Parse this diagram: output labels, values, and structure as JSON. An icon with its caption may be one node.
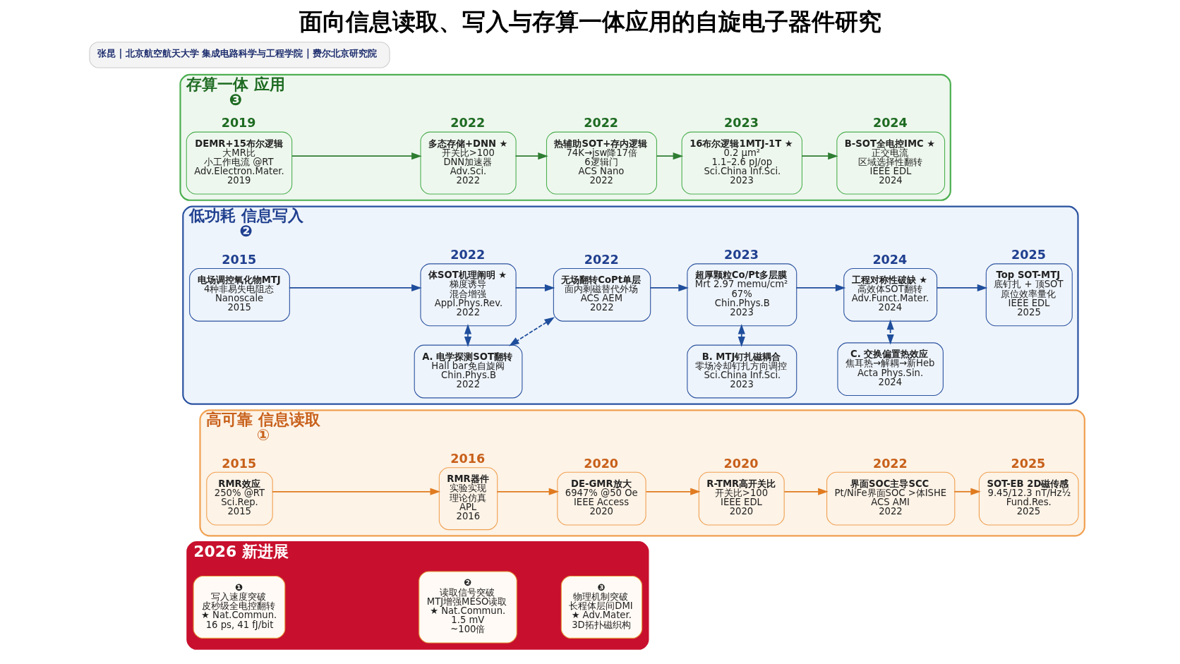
{
  "diagram": {
    "title": "面向信息读取、写入与存算一体应用的自旋电子器件研究",
    "nodes": [
      {
        "text": [
          "2026 新进展"
        ]
      },
      {
        "text": [
          "❶",
          "写入速度突破",
          "皮秒级全电控翻转",
          "★ Nat.Commun.",
          "16 ps, 41 fJ/bit"
        ],
        "in": 0
      },
      {
        "text": [
          "❷",
          "读取信号突破",
          "MTJ增强MESO读取",
          "★ Nat.Commun.",
          "1.5 mV",
          "~100倍"
        ],
        "in": 0
      },
      {
        "text": [
          "❸",
          "物理机制突破",
          "长程体层间DMI",
          "★ Adv.Mater.",
          "3D拓扑磁织构"
        ],
        "in": 0
      },
      {
        "text": [
          "高可靠 信息读取",
          "①"
        ]
      },
      {
        "text": [
          "RMR效应",
          "250% @RT",
          "Sci.Rep.",
          "2015"
        ],
        "beside": [
          "2015"
        ],
        "in": 4
      },
      {
        "text": [
          "RMR器件",
          "实验实现",
          "理论仿真",
          "APL",
          "2016"
        ],
        "beside": [
          "2016"
        ],
        "in": 4
      },
      {
        "text": [
          "DE-GMR放大",
          "6947% @50 Oe",
          "IEEE Access",
          "2020"
        ],
        "beside": [
          "2020"
        ],
        "in": 4
      },
      {
        "text": [
          "R-TMR高开关比",
          "开关比>100",
          "IEEE EDL",
          "2020"
        ],
        "beside": [
          "2020"
        ],
        "in": 4
      },
      {
        "text": [
          "界面SOC主导SCC",
          "Pt/NiFe界面SOC >体ISHE",
          "ACS AMI",
          "2022"
        ],
        "beside": [
          "2022"
        ],
        "in": 4
      },
      {
        "text": [
          "SOT-EB 2D磁传感",
          "9.45/12.3 nT/Hz½",
          "Fund.Res.",
          "2025"
        ],
        "beside": [
          "2025"
        ],
        "in": 4
      },
      {
        "text": [
          "低功耗 信息写入",
          "❷"
        ]
      },
      {
        "text": [
          "电场调控氧化物MTJ",
          "4种非易失电阻态",
          "Nanoscale",
          "2015"
        ],
        "beside": [
          "2015"
        ],
        "in": 11
      },
      {
        "text": [
          "体SOT机理阐明 ★",
          "梯度诱导",
          "混合增强",
          "Appl.Phys.Rev.",
          "2022"
        ],
        "beside": [
          "2022"
        ],
        "in": 11
      },
      {
        "text": [
          "无场翻转CoPt单层",
          "面内剩磁替代外场",
          "ACS AEM",
          "2022"
        ],
        "beside": [
          "2022"
        ],
        "in": 11
      },
      {
        "text": [
          "超厚颗粒Co/Pt多层膜",
          "Mrt 2.97 memu/cm²",
          "67%",
          "Chin.Phys.B",
          "2023"
        ],
        "beside": [
          "2023"
        ],
        "in": 11
      },
      {
        "text": [
          "工程对称性破缺 ★",
          "高效体SOT翻转",
          "Adv.Funct.Mater.",
          "2024"
        ],
        "beside": [
          "2024"
        ],
        "in": 11
      },
      {
        "text": [
          "Top SOT-MTJ",
          "底钉扎 + 顶SOT",
          "原位效率量化",
          "IEEE EDL",
          "2025"
        ],
        "beside": [
          "2025"
        ],
        "in": 11
      },
      {
        "text": [
          "A. 电学探测SOT翻转",
          "Hall bar免自旋阀",
          "Chin.Phys.B",
          "2022"
        ],
        "in": 11
      },
      {
        "text": [
          "B. MTJ钉扎磁耦合",
          "零场冷却钉扎方向调控",
          "Sci.China Inf.Sci.",
          "2023"
        ],
        "in": 11
      },
      {
        "text": [
          "C. 交换偏置热效应",
          "焦耳热→解耦→新Heb",
          "Acta Phys.Sin.",
          "2024"
        ],
        "in": 11
      },
      {
        "text": [
          "存算一体 应用",
          "❸"
        ]
      },
      {
        "text": [
          "DEMR+15布尔逻辑",
          "大MR比",
          "小工作电流 @RT",
          "Adv.Electron.Mater.",
          "2019"
        ],
        "beside": [
          "2019"
        ],
        "in": 21
      },
      {
        "text": [
          "多态存储+DNN ★",
          "开关比>100",
          "DNN加速器",
          "Adv.Sci.",
          "2022"
        ],
        "beside": [
          "2022"
        ],
        "in": 21
      },
      {
        "text": [
          "热辅助SOT+存内逻辑",
          "74K→jsw降17倍",
          "6逻辑门",
          "ACS Nano",
          "2022"
        ],
        "beside": [
          "2022"
        ],
        "in": 21
      },
      {
        "text": [
          "16布尔逻辑1MTJ-1T ★",
          "0.2 μm²",
          "1.1–2.6 pJ/op",
          "Sci.China Inf.Sci.",
          "2023"
        ],
        "beside": [
          "2023"
        ],
        "in": 21
      },
      {
        "text": [
          "B-SOT全电控IMC ★",
          "正交电流",
          "区域选择性翻转",
          "IEEE EDL",
          "2024"
        ],
        "beside": [
          "2024"
        ],
        "in": 21
      },
      {
        "text": [
          "张昆 | 北京航空航天大学 集成电路科学与工程学院 | 费尔北京研究院"
        ]
      }
    ],
    "edges": [
      {
        "from": 5,
        "to": 6,
        "arrow": "to",
        "color": "#e07b20"
      },
      {
        "from": 6,
        "to": 7,
        "arrow": "to",
        "color": "#e07b20"
      },
      {
        "from": 7,
        "to": 8,
        "arrow": "to",
        "color": "#e07b20"
      },
      {
        "from": 8,
        "to": 9,
        "arrow": "to",
        "color": "#e07b20"
      },
      {
        "from": 9,
        "to": 10,
        "arrow": "to",
        "color": "#e07b20"
      },
      {
        "from": 12,
        "to": 13,
        "arrow": "to",
        "color": "#1f4e9c"
      },
      {
        "from": 13,
        "to": 14,
        "arrow": "to",
        "color": "#1f4e9c"
      },
      {
        "from": 14,
        "to": 15,
        "arrow": "to",
        "color": "#1f4e9c"
      },
      {
        "from": 15,
        "to": 16,
        "arrow": "to",
        "color": "#1f4e9c"
      },
      {
        "from": 16,
        "to": 17,
        "arrow": "to",
        "color": "#1f4e9c"
      },
      {
        "from": 13,
        "to": 18,
        "arrow": "both",
        "style": "dashed",
        "color": "#1f4e9c"
      },
      {
        "from": 14,
        "to": 18,
        "arrow": "both",
        "style": "dashed",
        "color": "#1f4e9c"
      },
      {
        "from": 15,
        "to": 19,
        "arrow": "both",
        "style": "dashed",
        "color": "#1f4e9c"
      },
      {
        "from": 16,
        "to": 20,
        "arrow": "both",
        "style": "dashed",
        "color": "#1f4e9c"
      },
      {
        "from": 22,
        "to": 23,
        "arrow": "to",
        "color": "#2e7d32"
      },
      {
        "from": 23,
        "to": 24,
        "arrow": "to",
        "color": "#2e7d32"
      },
      {
        "from": 24,
        "to": 25,
        "arrow": "to",
        "color": "#2e7d32"
      },
      {
        "from": 25,
        "to": 26,
        "arrow": "to",
        "color": "#2e7d32"
      }
    ]
  }
}
